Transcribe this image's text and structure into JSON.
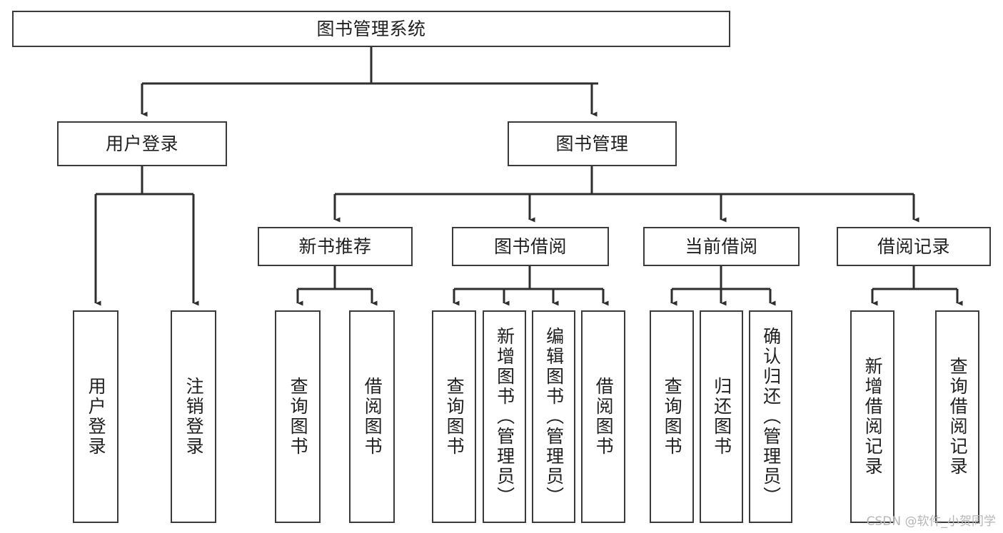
{
  "diagram": {
    "title": "图书管理系统",
    "watermark": "CSDN @软件_小贺同学",
    "stroke_color": "#3a3a3a",
    "fill_color": "#ffffff",
    "text_color": "#1f1f1f",
    "watermark_color": "#b6b6b6",
    "type": "tree-hierarchy",
    "nodes": {
      "root": {
        "label": "图书管理系统"
      },
      "level2": [
        {
          "label": "用户登录"
        },
        {
          "label": "图书管理"
        }
      ],
      "level3": [
        {
          "label": "新书推荐"
        },
        {
          "label": "图书借阅"
        },
        {
          "label": "当前借阅"
        },
        {
          "label": "借阅记录"
        }
      ],
      "leaves": [
        {
          "label": "用户登录",
          "parent": "用户登录"
        },
        {
          "label": "注销登录",
          "parent": "用户登录"
        },
        {
          "label": "查询图书",
          "parent": "新书推荐"
        },
        {
          "label": "借阅图书",
          "parent": "新书推荐"
        },
        {
          "label": "查询图书",
          "parent": "图书借阅"
        },
        {
          "label": "新增图书（管理员）",
          "parent": "图书借阅"
        },
        {
          "label": "编辑图书（管理员）",
          "parent": "图书借阅"
        },
        {
          "label": "借阅图书",
          "parent": "图书借阅"
        },
        {
          "label": "查询图书",
          "parent": "当前借阅"
        },
        {
          "label": "归还图书",
          "parent": "当前借阅"
        },
        {
          "label": "确认归还（管理员）",
          "parent": "当前借阅"
        },
        {
          "label": "新增借阅记录",
          "parent": "借阅记录"
        },
        {
          "label": "查询借阅记录",
          "parent": "借阅记录"
        }
      ]
    }
  }
}
